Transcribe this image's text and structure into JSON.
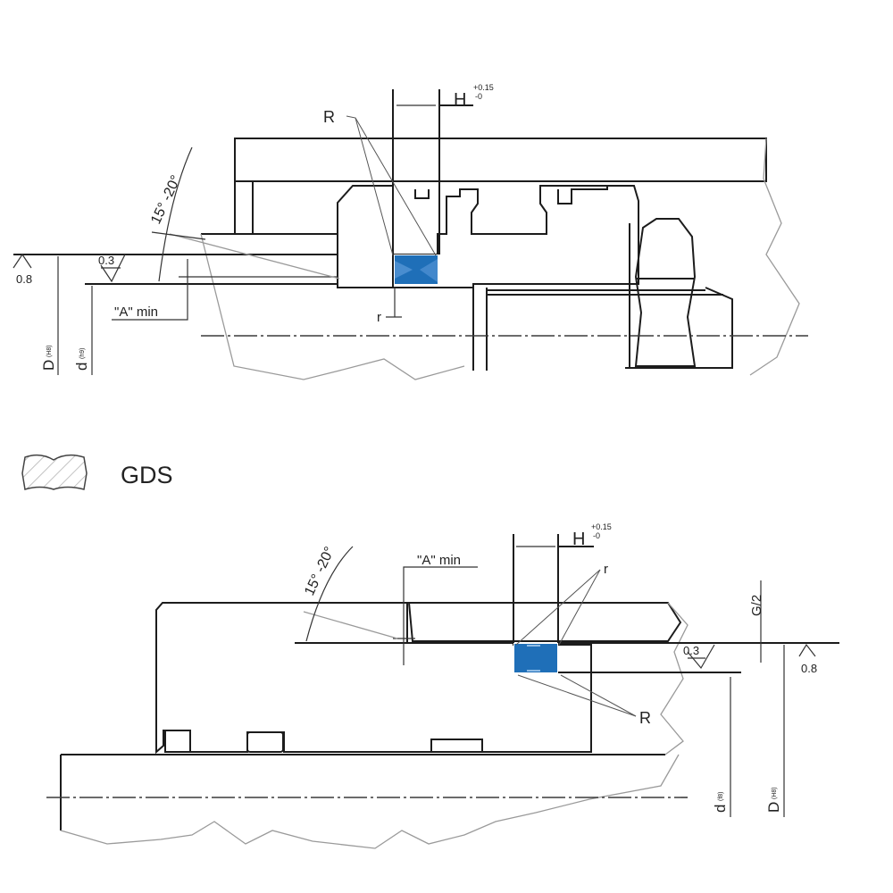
{
  "top_drawing": {
    "label_R": "R",
    "label_H": "H",
    "tol_upper": "+0.15",
    "tol_lower": "-0",
    "angle": "15° -20°",
    "roughness_outer": "0.8",
    "roughness_inner": "0.3",
    "a_min": "\"A\" min",
    "label_r": "r",
    "dim_D": "D",
    "dim_D_fit": "(H8)",
    "dim_d": "d",
    "dim_d_fit": "(h9)"
  },
  "legend": {
    "label": "GDS",
    "icon": "gds-seal-profile-icon"
  },
  "bottom_drawing": {
    "angle": "15° -20°",
    "a_min": "\"A\" min",
    "label_H": "H",
    "tol_upper": "+0.15",
    "tol_lower": "-0",
    "label_r": "r",
    "label_R": "R",
    "label_G2": "G/2",
    "roughness_inner": "0.3",
    "roughness_outer": "0.8",
    "dim_d": "d",
    "dim_d_fit": "(f8)",
    "dim_D": "D",
    "dim_D_fit": "(H8)"
  },
  "colors": {
    "seal": "#1f6fb8",
    "line": "#1c1c1c",
    "hatch": "#8a8a8a"
  }
}
